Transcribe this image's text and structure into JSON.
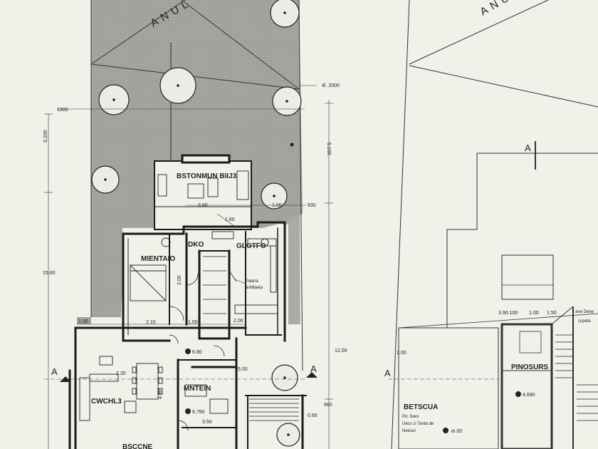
{
  "colors": {
    "paper": "#f1f0e9",
    "ink": "#222222",
    "hatch": "#9a9a9a",
    "wall": "#1a1a1a"
  },
  "labels": {
    "street_left": "ANUL",
    "street_right": "ANU",
    "room_top": "BSTONMUN BIIJ3",
    "room_bedroom": "MIENTAIO",
    "room_passage": "DKO",
    "room_kitchen": "GLOTFO",
    "room_living": "CWCHL3",
    "room_dining": "MNTEIN",
    "room_bottom": "BSCCNE",
    "room_right": "PINOSURS",
    "stair_note": "BETSCUA",
    "note_line1": "Po. fioes",
    "note_line2": "Uecs ci Tanta de",
    "note_line3": "Neesul",
    "right_note1": "ane Dene",
    "right_note2": "ccpete",
    "kitchen_note1": "Patera",
    "kitchen_note2": "antillaeta",
    "section_a_left": "A",
    "section_a_right": "A",
    "section_a_top": "A",
    "section_a_right2": "A"
  },
  "dims": {
    "d_4l_2000": "4l. 2000",
    "d_1300": "1300",
    "d_5_200_left": "5.200",
    "d_5_100": "5.100",
    "d_930": "930",
    "d_1_00a": "1.00",
    "d_3_80": "3.80",
    "d_1_60": "1.60",
    "d_15_60": "15.60",
    "d_2_10": "2.10",
    "d_1_00b": "1.00",
    "d_6_80": "6.80",
    "d_2_30": "2.30",
    "d_5_00": "5.00",
    "d_12_00": "12.00",
    "d_3_50": "3.50",
    "d_660": "660",
    "d_6_780": "6.780",
    "d_1_00c": "1.00",
    "d_3_90_100": "3.90.100",
    "d_1_00d": "1.00",
    "d_1_50": "1.50",
    "d_4_690": "4.690",
    "d_1_00e": "1.00",
    "d_4_60": "4.60",
    "d_3_00": "3.00",
    "d_ei_00": "ei.00",
    "d_2_00": "2.00",
    "d_0_60": "0.60"
  }
}
